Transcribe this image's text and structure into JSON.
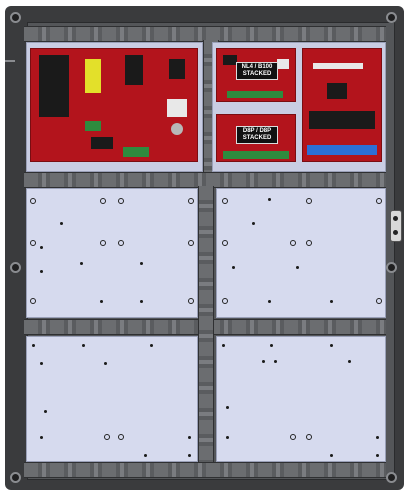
{
  "enclosure": {
    "boards": {
      "nl4_b100": {
        "line1": "NL4 / B100",
        "line2": "STACKED"
      },
      "d8p": {
        "line1": "D8P / D8P",
        "line2": "STACKED"
      }
    }
  },
  "colors": {
    "panel": "#3a3b3d",
    "bay": "#d6daee",
    "pcb": "#b3141c"
  }
}
